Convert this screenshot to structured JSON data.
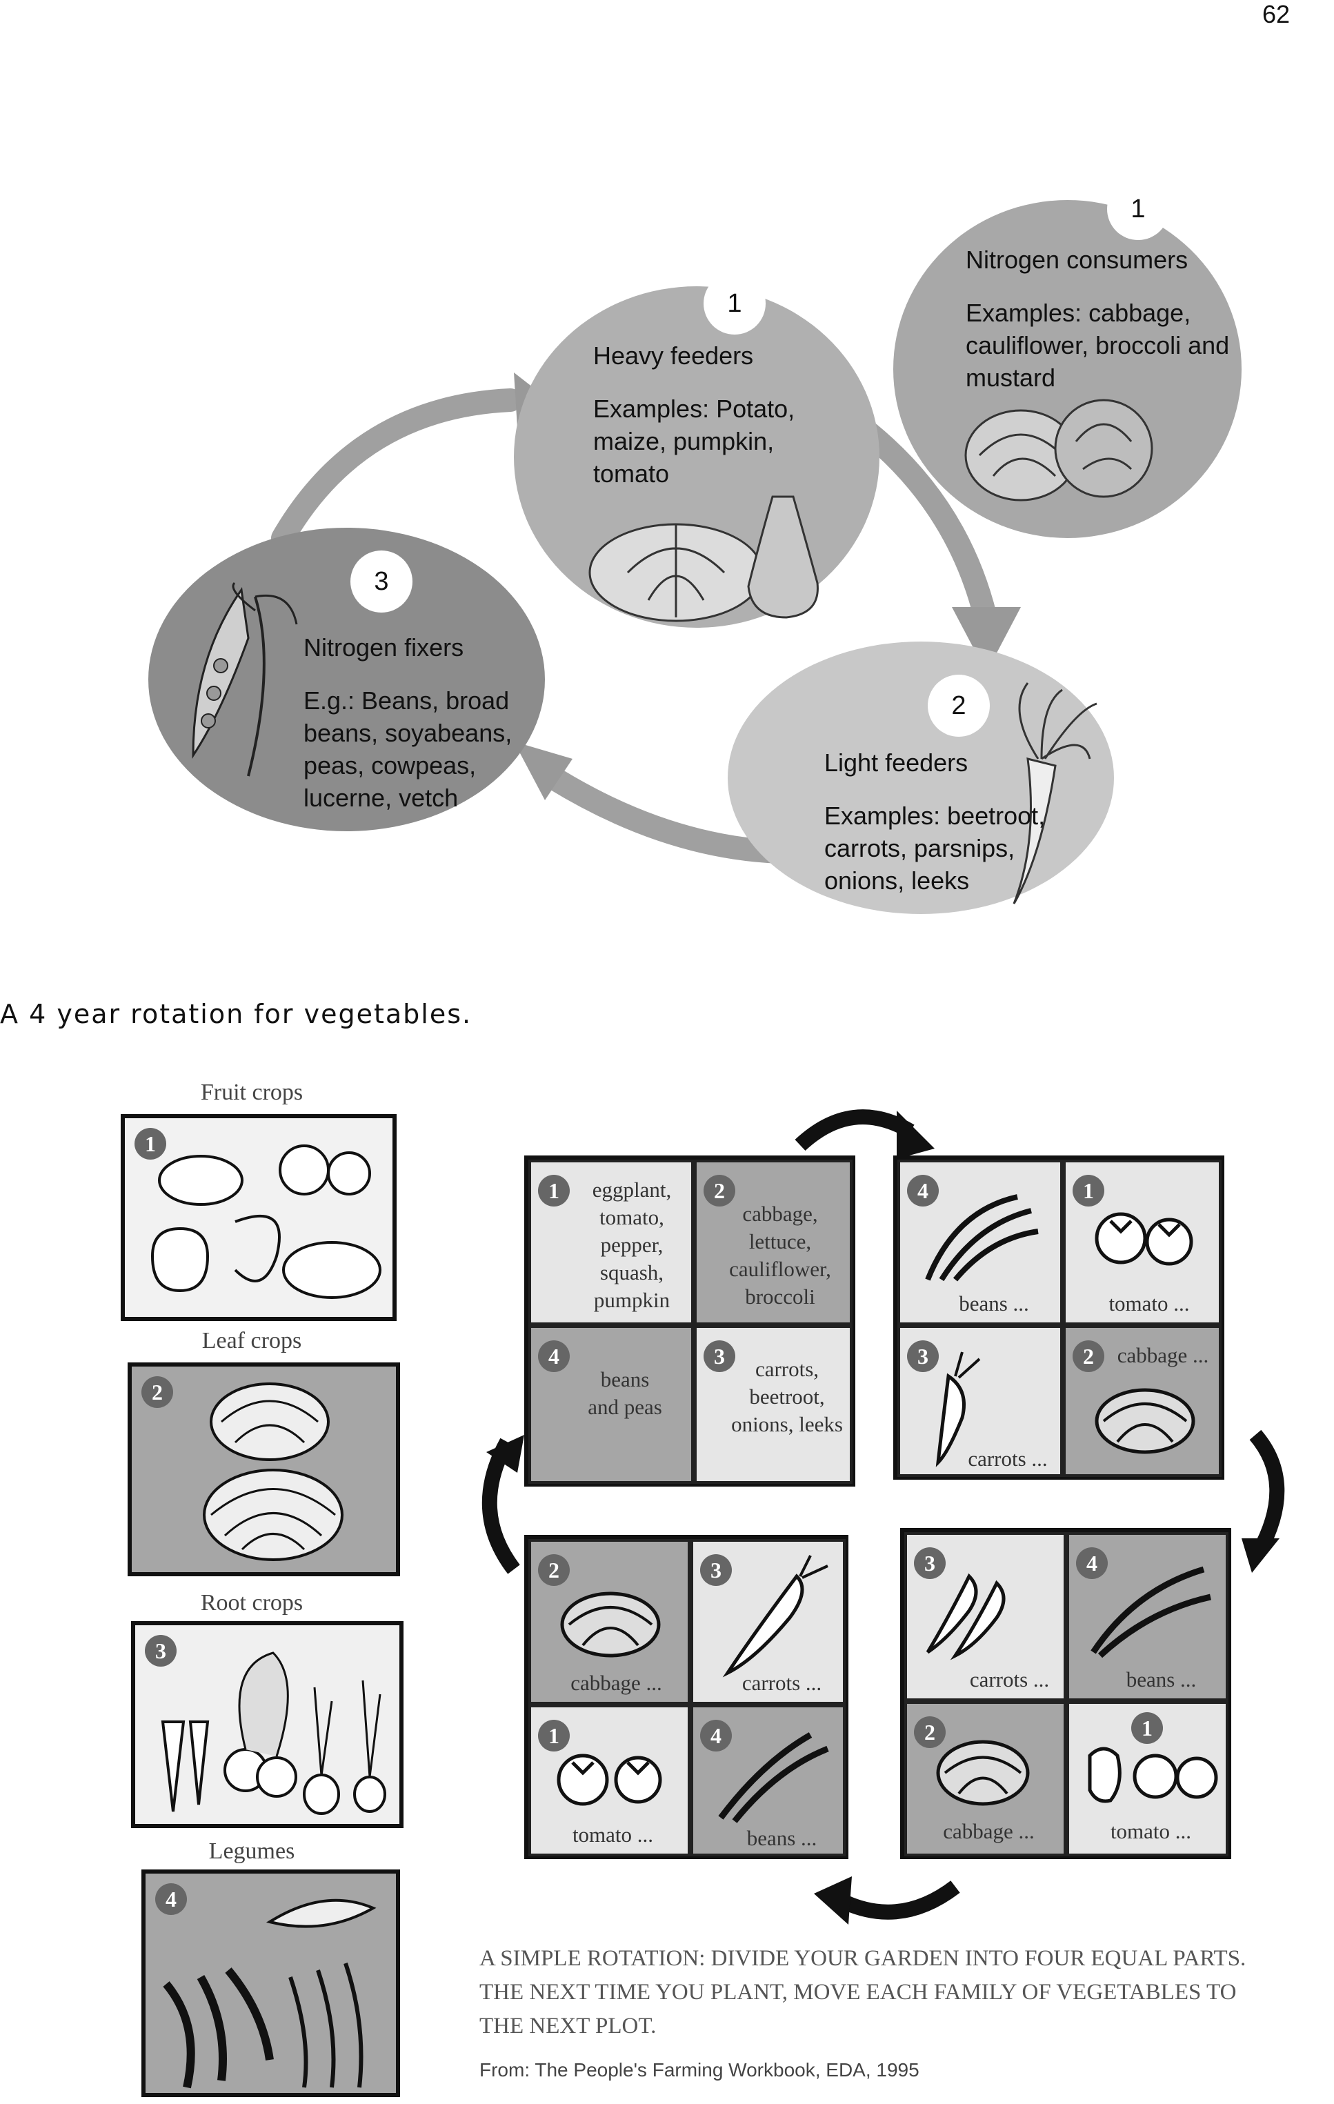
{
  "page_number": "62",
  "diagram": {
    "nitrogen_consumers": {
      "number": "1",
      "title": "Nitrogen consumers",
      "examples": "Examples: cabbage, cauliflower, broccoli and mustard"
    },
    "heavy_feeders": {
      "number": "1",
      "title": "Heavy feeders",
      "examples": "Examples: Potato, maize, pumpkin, tomato"
    },
    "nitrogen_fixers": {
      "number": "3",
      "title": "Nitrogen fixers",
      "examples": "E.g.: Beans, broad beans, soyabeans, peas, cowpeas, lucerne, vetch"
    },
    "light_feeders": {
      "number": "2",
      "title": "Light feeders",
      "examples": "Examples: beetroot, carrots, parsnips, onions, leeks"
    }
  },
  "caption": "A 4 year rotation for vegetables.",
  "side_panels": [
    {
      "title": "Fruit crops",
      "number": "1"
    },
    {
      "title": "Leaf crops",
      "number": "2"
    },
    {
      "title": "Root crops",
      "number": "3"
    },
    {
      "title": "Legumes",
      "number": "4"
    }
  ],
  "grids": {
    "top_left": [
      {
        "number": "1",
        "label": "eggplant, tomato, pepper, squash, pumpkin"
      },
      {
        "number": "2",
        "label": "cabbage, lettuce, cauliflower, broccoli"
      },
      {
        "number": "4",
        "label": "beans and peas"
      },
      {
        "number": "3",
        "label": "carrots, beetroot, onions, leeks"
      }
    ],
    "top_right": [
      {
        "number": "4",
        "label": "beans ..."
      },
      {
        "number": "1",
        "label": "tomato ..."
      },
      {
        "number": "3",
        "label": "carrots ..."
      },
      {
        "number": "2",
        "label": "cabbage ..."
      }
    ],
    "bottom_left": [
      {
        "number": "2",
        "label": "cabbage ..."
      },
      {
        "number": "3",
        "label": "carrots ..."
      },
      {
        "number": "1",
        "label": "tomato ..."
      },
      {
        "number": "4",
        "label": "beans ..."
      }
    ],
    "bottom_right": [
      {
        "number": "3",
        "label": "carrots ..."
      },
      {
        "number": "4",
        "label": "beans ..."
      },
      {
        "number": "2",
        "label": "cabbage ..."
      },
      {
        "number": "1",
        "label": "tomato ..."
      }
    ]
  },
  "rotation_text": {
    "line1": "A SIMPLE ROTATION: DIVIDE YOUR GARDEN INTO FOUR EQUAL PARTS.",
    "line2": "THE NEXT TIME YOU PLANT, MOVE EACH FAMILY OF VEGETABLES TO",
    "line3": "THE NEXT PLOT."
  },
  "source": "From: The People's Farming Workbook, EDA, 1995",
  "colors": {
    "circle_dark": "#8c8c8c",
    "circle_mid": "#a8a8a8",
    "circle_light": "#c8c8c8",
    "cell_dark": "#a6a6a6",
    "cell_light": "#e6e6e6",
    "arrow": "#999999"
  }
}
